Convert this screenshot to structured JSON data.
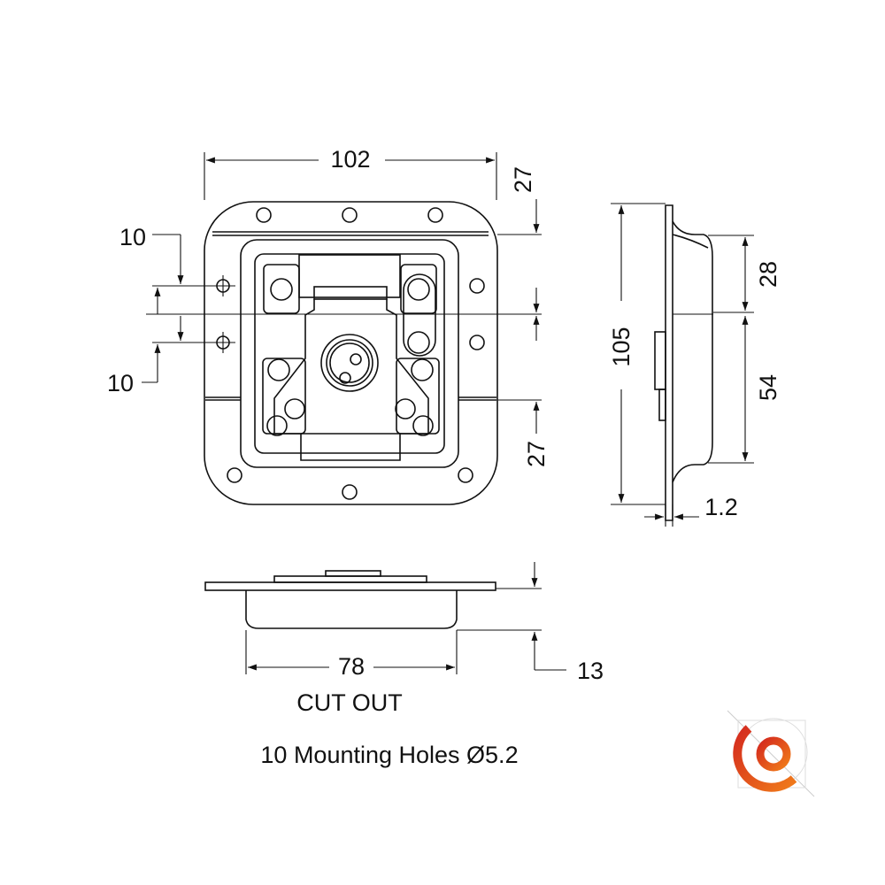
{
  "dimensions": {
    "width_overall": "102",
    "top_offset": "27",
    "bottom_offset": "27",
    "hole_spacing_top": "10",
    "hole_spacing_bottom": "10",
    "height_overall": "105",
    "side_upper": "28",
    "side_lower": "54",
    "thickness": "1.2",
    "cutout_width": "78",
    "depth": "13"
  },
  "captions": {
    "cutout": "CUT OUT",
    "mounting_holes": "10 Mounting Holes Ø5.2"
  },
  "logo": {
    "colors": [
      "#d42a1e",
      "#f07a1a"
    ]
  }
}
